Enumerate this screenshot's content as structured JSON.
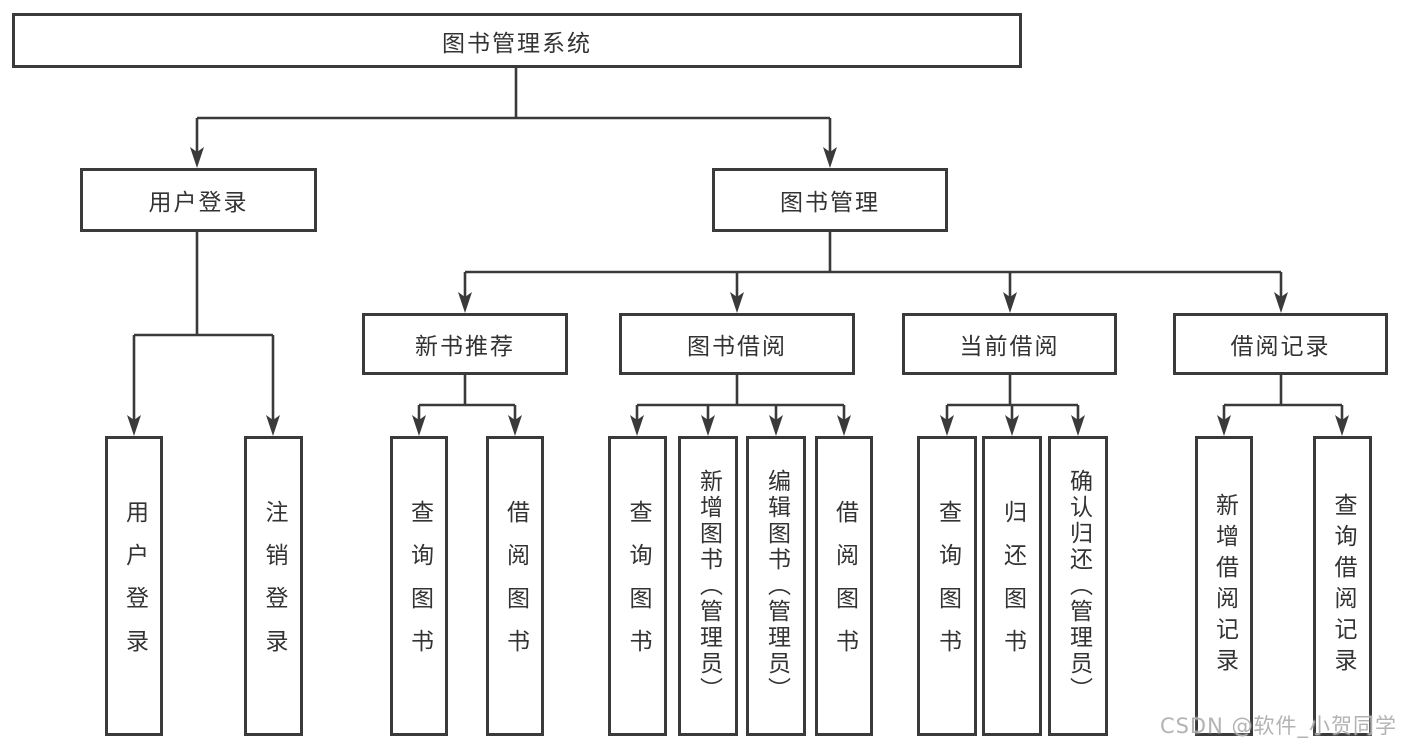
{
  "nodes": {
    "root": {
      "label": "图书管理系统"
    },
    "user_login": {
      "label": "用户登录"
    },
    "book_management": {
      "label": "图书管理"
    },
    "new_book_recommend": {
      "label": "新书推荐"
    },
    "book_borrow": {
      "label": "图书借阅"
    },
    "current_borrow": {
      "label": "当前借阅"
    },
    "borrow_record": {
      "label": "借阅记录"
    },
    "leaf_user_login": {
      "label": "用户登录"
    },
    "leaf_logout": {
      "label": "注销登录"
    },
    "leaf_query_book_1": {
      "label": "查询图书"
    },
    "leaf_borrow_book_1": {
      "label": "借阅图书"
    },
    "leaf_query_book_2": {
      "label": "查询图书"
    },
    "leaf_add_book": {
      "label": "新增图书（管理员）"
    },
    "leaf_edit_book": {
      "label": "编辑图书（管理员）"
    },
    "leaf_borrow_book_2": {
      "label": "借阅图书"
    },
    "leaf_query_book_3": {
      "label": "查询图书"
    },
    "leaf_return_book": {
      "label": "归还图书"
    },
    "leaf_confirm_return": {
      "label": "确认归还（管理员）"
    },
    "leaf_add_borrow_record": {
      "label": "新增借阅记录"
    },
    "leaf_query_borrow_record": {
      "label": "查询借阅记录"
    }
  },
  "watermark": {
    "text": "CSDN @软件_小贺同学"
  },
  "colors": {
    "line": "#3a3a3a",
    "text": "#333333",
    "background": "#ffffff",
    "watermark": "#adadad"
  }
}
